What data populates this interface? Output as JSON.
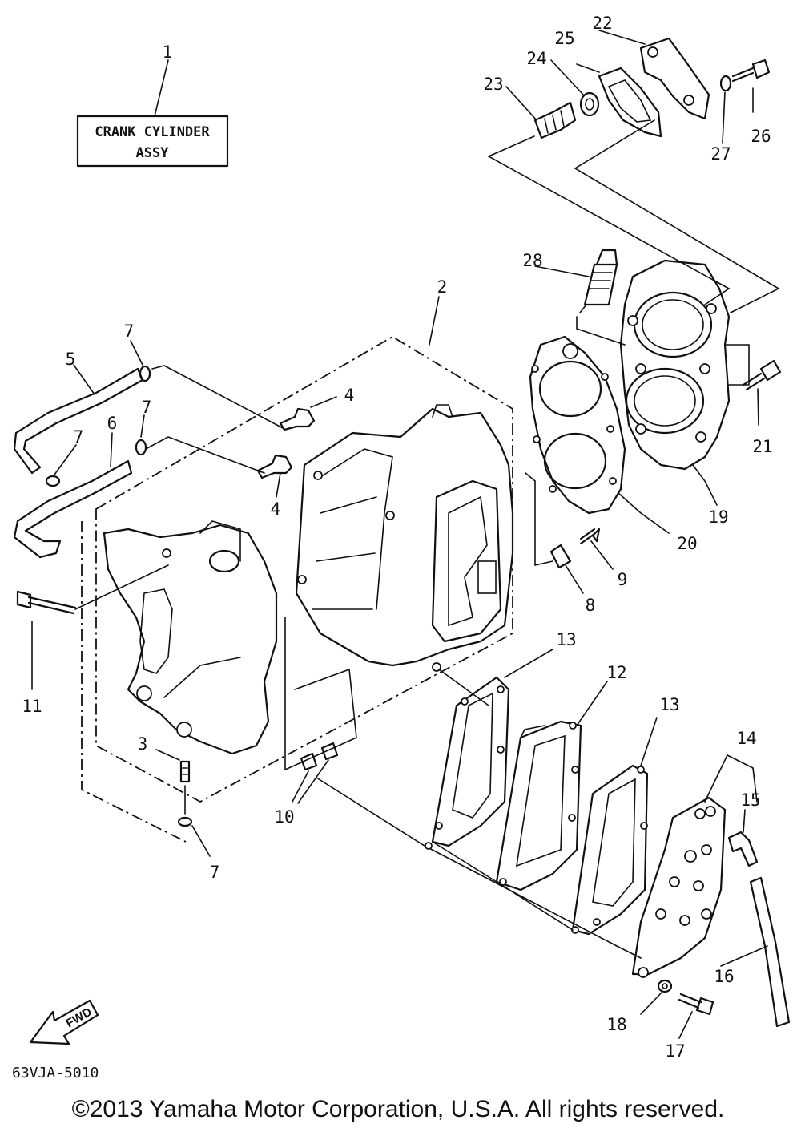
{
  "assembly_box": {
    "line1": "CRANK CYLINDER",
    "line2": "ASSY"
  },
  "fwd_label": "FWD",
  "diagram_code": "63VJA-5010",
  "copyright": "©2013 Yamaha Motor Corporation, U.S.A. All rights reserved.",
  "callouts": {
    "p1": "1",
    "p2": "2",
    "p3": "3",
    "p4a": "4",
    "p4b": "4",
    "p5": "5",
    "p6": "6",
    "p7a": "7",
    "p7b": "7",
    "p7c": "7",
    "p7d": "7",
    "p8": "8",
    "p9": "9",
    "p10": "10",
    "p11": "11",
    "p12": "12",
    "p13a": "13",
    "p13b": "13",
    "p14": "14",
    "p15": "15",
    "p16": "16",
    "p17": "17",
    "p18": "18",
    "p19": "19",
    "p20": "20",
    "p21": "21",
    "p22": "22",
    "p23": "23",
    "p24": "24",
    "p25": "25",
    "p26": "26",
    "p27": "27",
    "p28": "28"
  }
}
